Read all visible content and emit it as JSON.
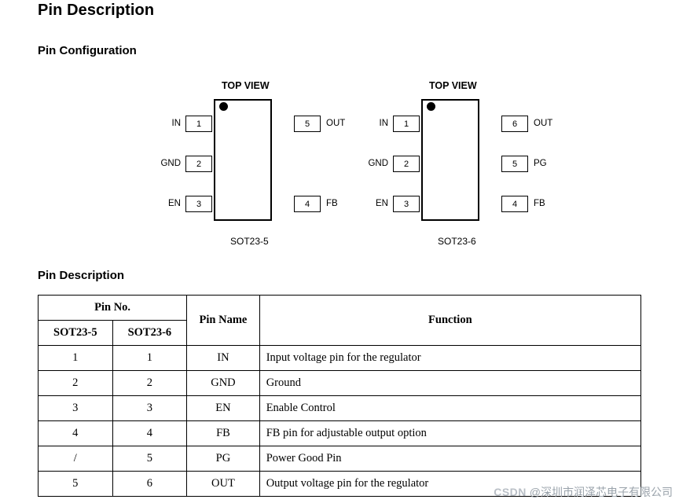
{
  "headings": {
    "title": "Pin Description",
    "pin_configuration": "Pin Configuration",
    "pin_description": "Pin Description"
  },
  "packages": [
    {
      "id": "sot23-5",
      "view_label": "TOP VIEW",
      "caption": "SOT23-5",
      "left_pins": [
        {
          "num": "1",
          "name": "IN"
        },
        {
          "num": "2",
          "name": "GND"
        },
        {
          "num": "3",
          "name": "EN"
        }
      ],
      "right_pins": [
        {
          "num": "5",
          "name": "OUT"
        },
        {
          "num": "4",
          "name": "FB"
        }
      ]
    },
    {
      "id": "sot23-6",
      "view_label": "TOP VIEW",
      "caption": "SOT23-6",
      "left_pins": [
        {
          "num": "1",
          "name": "IN"
        },
        {
          "num": "2",
          "name": "GND"
        },
        {
          "num": "3",
          "name": "EN"
        }
      ],
      "right_pins": [
        {
          "num": "6",
          "name": "OUT"
        },
        {
          "num": "5",
          "name": "PG"
        },
        {
          "num": "4",
          "name": "FB"
        }
      ]
    }
  ],
  "table": {
    "group_header": "Pin No.",
    "headers": {
      "sot23_5": "SOT23-5",
      "sot23_6": "SOT23-6",
      "pin_name": "Pin Name",
      "function": "Function"
    },
    "rows": [
      {
        "sot23_5": "1",
        "sot23_6": "1",
        "pin_name": "IN",
        "function": "Input voltage pin for the regulator"
      },
      {
        "sot23_5": "2",
        "sot23_6": "2",
        "pin_name": "GND",
        "function": "Ground"
      },
      {
        "sot23_5": "3",
        "sot23_6": "3",
        "pin_name": "EN",
        "function": "Enable Control"
      },
      {
        "sot23_5": "4",
        "sot23_6": "4",
        "pin_name": "FB",
        "function": "FB pin for adjustable output option"
      },
      {
        "sot23_5": "/",
        "sot23_6": "5",
        "pin_name": "PG",
        "function": "Power Good Pin"
      },
      {
        "sot23_5": "5",
        "sot23_6": "6",
        "pin_name": "OUT",
        "function": "Output voltage pin for the regulator"
      }
    ]
  },
  "watermark": {
    "brand": "CSDN",
    "text": "@深圳市润泽芯电子有限公司"
  }
}
